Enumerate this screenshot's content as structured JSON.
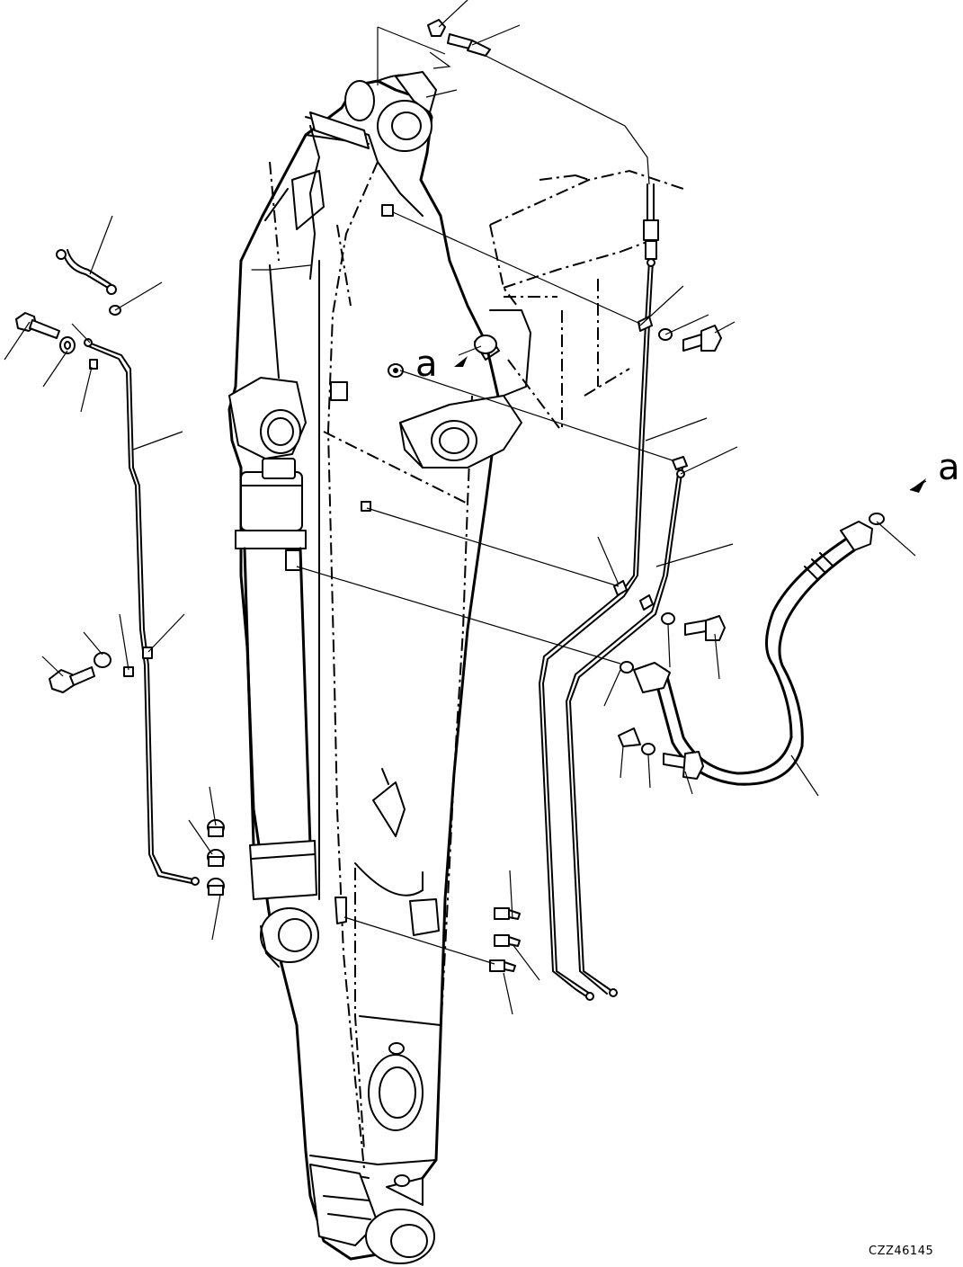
{
  "callouts": {
    "view_a_left": "a",
    "view_a_right": "a"
  },
  "drawing_code": "CZZ46145"
}
